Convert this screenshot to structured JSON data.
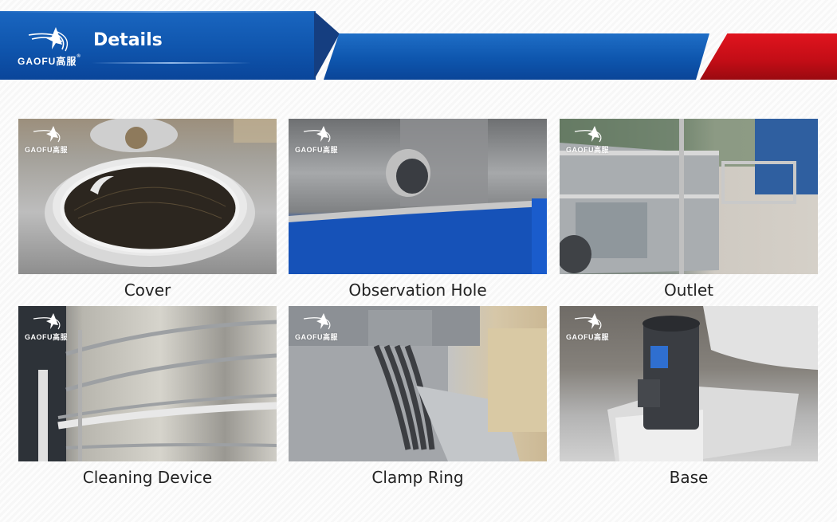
{
  "header": {
    "brand": "GAOFU",
    "brand_cn": "高服",
    "brand_mark": "®",
    "title": "Details",
    "colors": {
      "primary_blue": "#0f55ad",
      "fold_blue": "#153e80",
      "accent_red": "#c20d16"
    }
  },
  "watermark": {
    "brand": "GAOFU",
    "brand_cn": "高服",
    "brand_mark": "®"
  },
  "items": [
    {
      "label": "Cover",
      "photo": "sieve-cover-mesh-photo"
    },
    {
      "label": "Observation Hole",
      "photo": "observation-hole-photo"
    },
    {
      "label": "Outlet",
      "photo": "outlet-photo"
    },
    {
      "label": "Cleaning Device",
      "photo": "cleaning-device-photo"
    },
    {
      "label": "Clamp Ring",
      "photo": "clamp-ring-photo"
    },
    {
      "label": "Base",
      "photo": "base-motor-photo"
    }
  ]
}
